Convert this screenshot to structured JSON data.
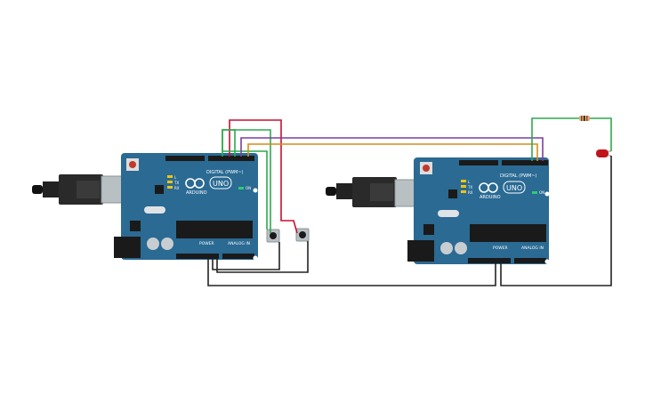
{
  "boards": [
    {
      "id": "arduino-left",
      "brand": "ARDUINO",
      "model": "UNO",
      "digital_label": "DIGITAL (PWM~)",
      "power_label": "POWER",
      "analog_label": "ANALOG IN",
      "on_label": "ON",
      "tx_label": "TX",
      "rx_label": "RX",
      "l_label": "L"
    },
    {
      "id": "arduino-right",
      "brand": "ARDUINO",
      "model": "UNO",
      "digital_label": "DIGITAL (PWM~)",
      "power_label": "POWER",
      "analog_label": "ANALOG IN",
      "on_label": "ON",
      "tx_label": "TX",
      "rx_label": "RX",
      "l_label": "L"
    }
  ],
  "components": {
    "pushbuttons": 2,
    "resistors": 1,
    "leds": 1
  },
  "colors": {
    "board": "#2a6a93",
    "board_dark": "#1f5478",
    "header": "#1a1a1a",
    "usb": "#9aa3a8",
    "wire_red": "#c8102e",
    "wire_green": "#2fa84f",
    "wire_purple": "#7b3fa0",
    "wire_orange": "#d98a1c",
    "wire_black": "#222222",
    "led_red": "#c0141c"
  }
}
